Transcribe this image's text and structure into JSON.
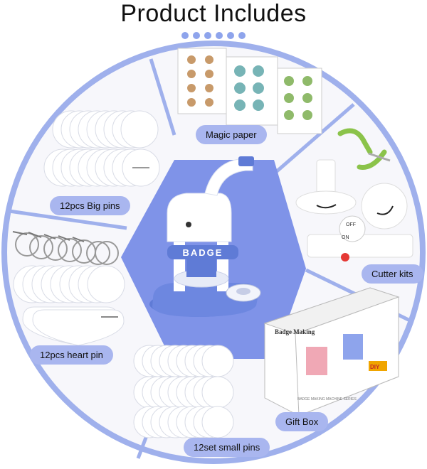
{
  "title": "Product Includes",
  "accent_color": "#8ea4ec",
  "labels": {
    "magic_paper": "Magic paper",
    "big_pins": "12pcs Big pins",
    "cutter_kits": "Cutter kits",
    "heart_pin": "12pcs heart pin",
    "gift_box": "Gift Box",
    "small_pins": "12set small pins"
  },
  "machine": {
    "brand": "BADGE"
  },
  "cutter": {
    "off": "OFF",
    "on": "ON"
  },
  "gift_box": {
    "brand": "Badge Making",
    "caption": "BADGE MAKING MACHINE SERIES",
    "sticker": "DIY"
  }
}
